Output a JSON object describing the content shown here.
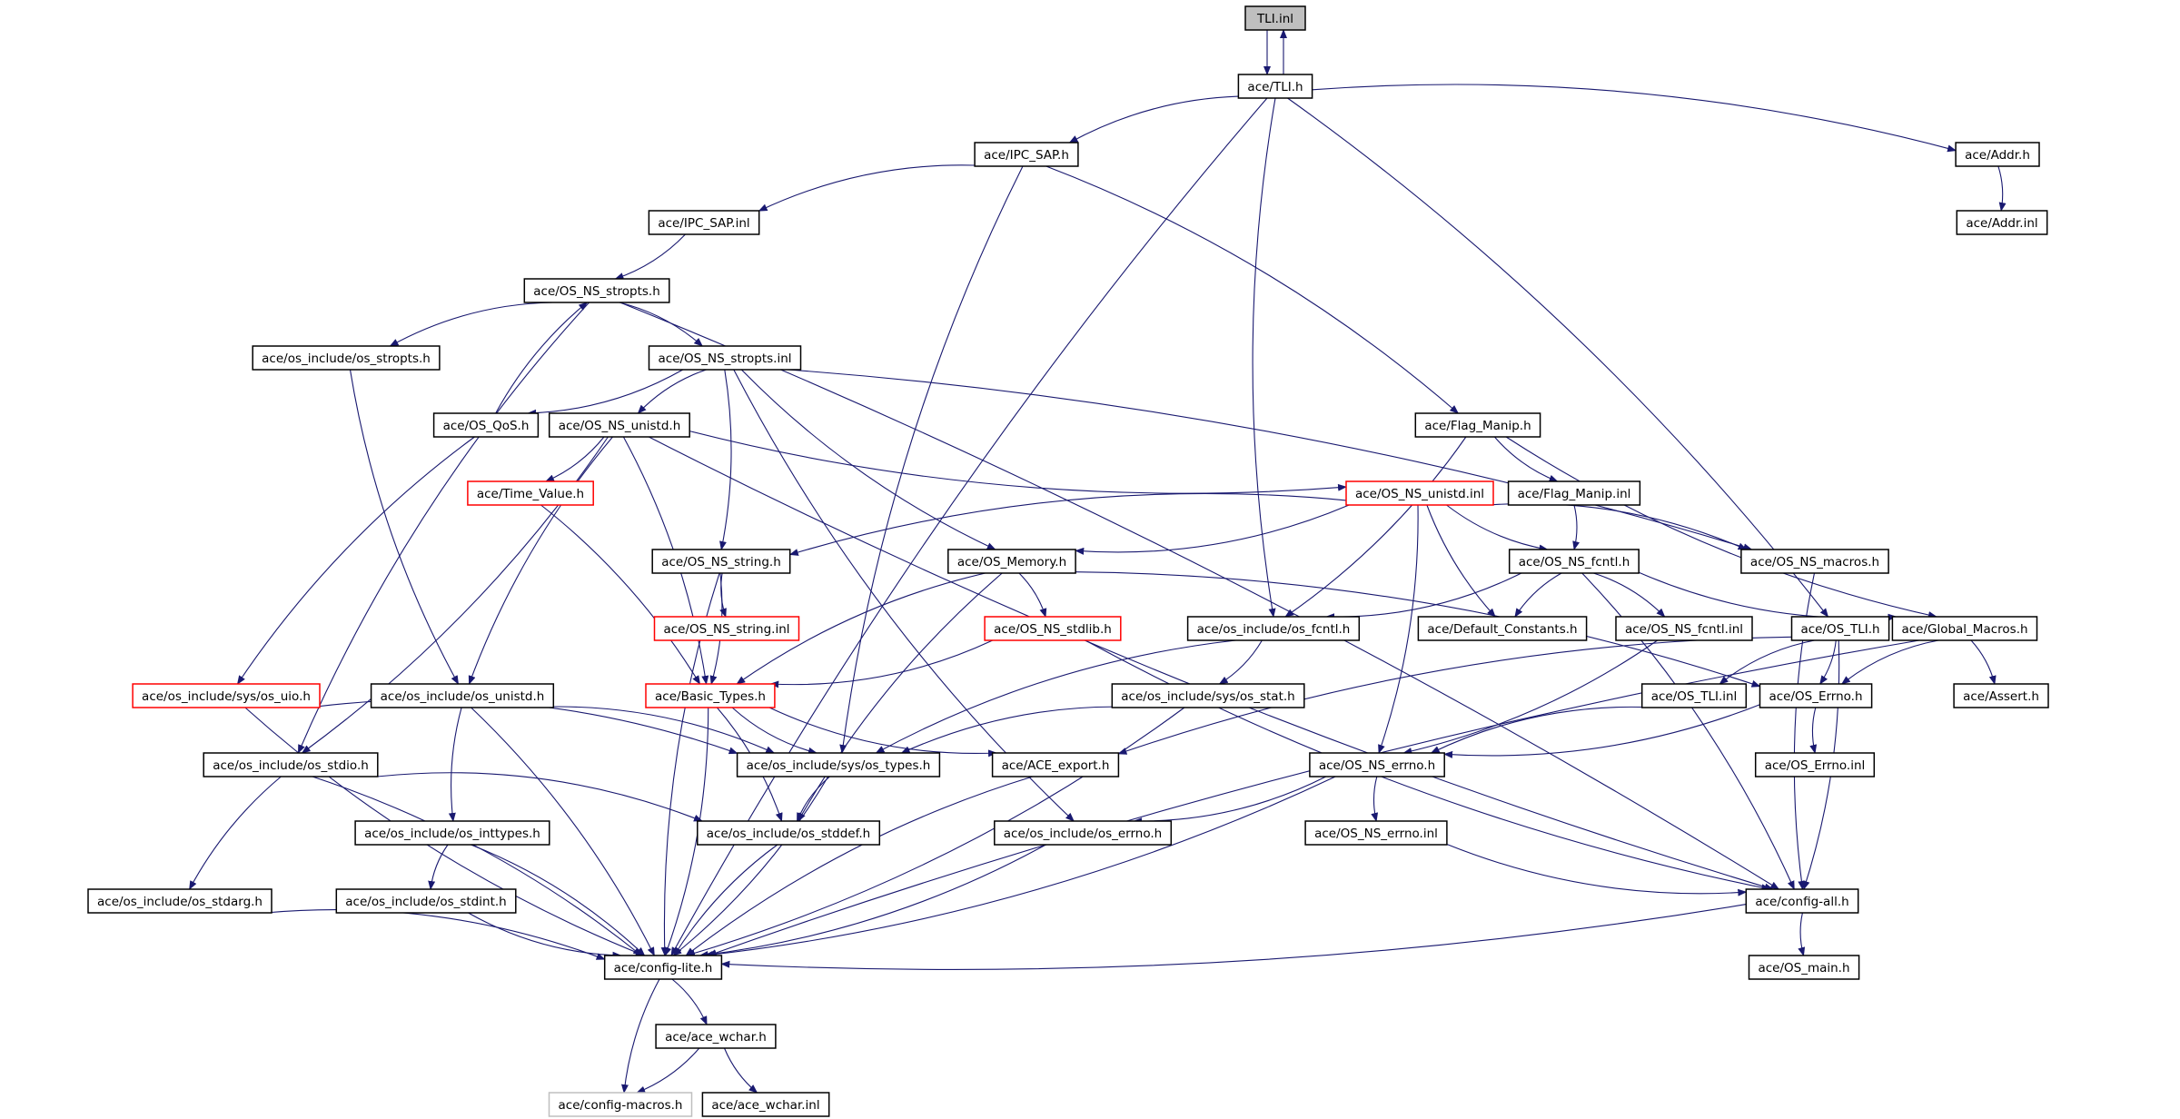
{
  "graph": {
    "nodes": [
      {
        "id": "tli_inl",
        "label": "TLI.inl",
        "style": "gray"
      },
      {
        "id": "tli_h",
        "label": "ace/TLI.h",
        "style": "normal"
      },
      {
        "id": "ipc_sap_h",
        "label": "ace/IPC_SAP.h",
        "style": "normal"
      },
      {
        "id": "addr_h",
        "label": "ace/Addr.h",
        "style": "normal"
      },
      {
        "id": "ipc_sap_inl",
        "label": "ace/IPC_SAP.inl",
        "style": "normal"
      },
      {
        "id": "addr_inl",
        "label": "ace/Addr.inl",
        "style": "normal"
      },
      {
        "id": "os_ns_stropts_h",
        "label": "ace/OS_NS_stropts.h",
        "style": "normal"
      },
      {
        "id": "os_include_os_stropts_h",
        "label": "ace/os_include/os_stropts.h",
        "style": "normal"
      },
      {
        "id": "os_ns_stropts_inl",
        "label": "ace/OS_NS_stropts.inl",
        "style": "normal"
      },
      {
        "id": "os_qos_h",
        "label": "ace/OS_QoS.h",
        "style": "normal"
      },
      {
        "id": "os_ns_unistd_h",
        "label": "ace/OS_NS_unistd.h",
        "style": "normal"
      },
      {
        "id": "flag_manip_h",
        "label": "ace/Flag_Manip.h",
        "style": "normal"
      },
      {
        "id": "time_value_h",
        "label": "ace/Time_Value.h",
        "style": "red"
      },
      {
        "id": "os_ns_unistd_inl",
        "label": "ace/OS_NS_unistd.inl",
        "style": "red"
      },
      {
        "id": "flag_manip_inl",
        "label": "ace/Flag_Manip.inl",
        "style": "normal"
      },
      {
        "id": "os_ns_string_h",
        "label": "ace/OS_NS_string.h",
        "style": "normal"
      },
      {
        "id": "os_memory_h",
        "label": "ace/OS_Memory.h",
        "style": "normal"
      },
      {
        "id": "os_ns_fcntl_h",
        "label": "ace/OS_NS_fcntl.h",
        "style": "normal"
      },
      {
        "id": "os_ns_macros_h",
        "label": "ace/OS_NS_macros.h",
        "style": "normal"
      },
      {
        "id": "os_ns_string_inl",
        "label": "ace/OS_NS_string.inl",
        "style": "red"
      },
      {
        "id": "os_ns_stdlib_h",
        "label": "ace/OS_NS_stdlib.h",
        "style": "red"
      },
      {
        "id": "os_include_os_fcntl_h",
        "label": "ace/os_include/os_fcntl.h",
        "style": "normal"
      },
      {
        "id": "default_constants_h",
        "label": "ace/Default_Constants.h",
        "style": "normal"
      },
      {
        "id": "os_ns_fcntl_inl",
        "label": "ace/OS_NS_fcntl.inl",
        "style": "normal"
      },
      {
        "id": "os_tli_h",
        "label": "ace/OS_TLI.h",
        "style": "normal"
      },
      {
        "id": "global_macros_h",
        "label": "ace/Global_Macros.h",
        "style": "normal"
      },
      {
        "id": "os_include_sys_os_uio_h",
        "label": "ace/os_include/sys/os_uio.h",
        "style": "red"
      },
      {
        "id": "os_include_os_unistd_h",
        "label": "ace/os_include/os_unistd.h",
        "style": "normal"
      },
      {
        "id": "basic_types_h",
        "label": "ace/Basic_Types.h",
        "style": "red"
      },
      {
        "id": "os_include_sys_os_stat_h",
        "label": "ace/os_include/sys/os_stat.h",
        "style": "normal"
      },
      {
        "id": "os_tli_inl",
        "label": "ace/OS_TLI.inl",
        "style": "normal"
      },
      {
        "id": "os_errno_h",
        "label": "ace/OS_Errno.h",
        "style": "normal"
      },
      {
        "id": "assert_h",
        "label": "ace/Assert.h",
        "style": "normal"
      },
      {
        "id": "os_include_os_stdio_h",
        "label": "ace/os_include/os_stdio.h",
        "style": "normal"
      },
      {
        "id": "os_include_sys_os_types_h",
        "label": "ace/os_include/sys/os_types.h",
        "style": "normal"
      },
      {
        "id": "ace_export_h",
        "label": "ace/ACE_export.h",
        "style": "normal"
      },
      {
        "id": "os_ns_errno_h",
        "label": "ace/OS_NS_errno.h",
        "style": "normal"
      },
      {
        "id": "os_errno_inl",
        "label": "ace/OS_Errno.inl",
        "style": "normal"
      },
      {
        "id": "os_include_os_inttypes_h",
        "label": "ace/os_include/os_inttypes.h",
        "style": "normal"
      },
      {
        "id": "os_include_os_stddef_h",
        "label": "ace/os_include/os_stddef.h",
        "style": "normal"
      },
      {
        "id": "os_include_os_errno_h",
        "label": "ace/os_include/os_errno.h",
        "style": "normal"
      },
      {
        "id": "os_ns_errno_inl",
        "label": "ace/OS_NS_errno.inl",
        "style": "normal"
      },
      {
        "id": "os_include_os_stdarg_h",
        "label": "ace/os_include/os_stdarg.h",
        "style": "normal"
      },
      {
        "id": "os_include_os_stdint_h",
        "label": "ace/os_include/os_stdint.h",
        "style": "normal"
      },
      {
        "id": "config_all_h",
        "label": "ace/config-all.h",
        "style": "normal"
      },
      {
        "id": "config_lite_h",
        "label": "ace/config-lite.h",
        "style": "normal"
      },
      {
        "id": "os_main_h",
        "label": "ace/OS_main.h",
        "style": "normal"
      },
      {
        "id": "ace_wchar_h",
        "label": "ace/ace_wchar.h",
        "style": "normal"
      },
      {
        "id": "config_macros_h",
        "label": "ace/config-macros.h",
        "style": "ghost"
      },
      {
        "id": "ace_wchar_inl",
        "label": "ace/ace_wchar.inl",
        "style": "normal"
      }
    ],
    "edges": [
      [
        "tli_inl",
        "tli_h"
      ],
      [
        "tli_h",
        "tli_inl"
      ],
      [
        "tli_h",
        "ipc_sap_h"
      ],
      [
        "tli_h",
        "addr_h"
      ],
      [
        "tli_h",
        "os_include_os_fcntl_h"
      ],
      [
        "tli_h",
        "os_tli_h"
      ],
      [
        "tli_h",
        "config_lite_h"
      ],
      [
        "addr_h",
        "addr_inl"
      ],
      [
        "ipc_sap_h",
        "ipc_sap_inl"
      ],
      [
        "ipc_sap_h",
        "flag_manip_h"
      ],
      [
        "ipc_sap_h",
        "os_include_sys_os_types_h"
      ],
      [
        "ipc_sap_inl",
        "os_ns_stropts_h"
      ],
      [
        "os_ns_stropts_h",
        "os_include_os_stropts_h"
      ],
      [
        "os_ns_stropts_h",
        "os_ns_stropts_inl"
      ],
      [
        "os_ns_stropts_h",
        "os_include_os_stdio_h"
      ],
      [
        "os_ns_stropts_h",
        "config_all_h"
      ],
      [
        "os_include_os_stropts_h",
        "os_include_os_unistd_h"
      ],
      [
        "os_ns_stropts_inl",
        "os_qos_h"
      ],
      [
        "os_ns_stropts_inl",
        "os_ns_unistd_h"
      ],
      [
        "os_ns_stropts_inl",
        "os_ns_string_h"
      ],
      [
        "os_ns_stropts_inl",
        "os_memory_h"
      ],
      [
        "os_ns_stropts_inl",
        "os_ns_macros_h"
      ],
      [
        "os_ns_stropts_inl",
        "os_include_os_errno_h"
      ],
      [
        "os_qos_h",
        "os_ns_stropts_h"
      ],
      [
        "os_qos_h",
        "os_include_sys_os_uio_h"
      ],
      [
        "os_ns_unistd_h",
        "time_value_h"
      ],
      [
        "os_ns_unistd_h",
        "os_ns_unistd_inl"
      ],
      [
        "os_ns_unistd_h",
        "basic_types_h"
      ],
      [
        "os_ns_unistd_h",
        "os_include_os_unistd_h"
      ],
      [
        "os_ns_unistd_h",
        "os_include_os_stdio_h"
      ],
      [
        "os_ns_unistd_h",
        "config_all_h"
      ],
      [
        "time_value_h",
        "basic_types_h"
      ],
      [
        "flag_manip_h",
        "flag_manip_inl"
      ],
      [
        "flag_manip_h",
        "os_include_os_fcntl_h"
      ],
      [
        "flag_manip_h",
        "global_macros_h"
      ],
      [
        "flag_manip_inl",
        "os_ns_fcntl_h"
      ],
      [
        "os_ns_unistd_inl",
        "os_ns_string_h"
      ],
      [
        "os_ns_unistd_inl",
        "os_memory_h"
      ],
      [
        "os_ns_unistd_inl",
        "os_ns_fcntl_h"
      ],
      [
        "os_ns_unistd_inl",
        "os_ns_macros_h"
      ],
      [
        "os_ns_unistd_inl",
        "default_constants_h"
      ],
      [
        "os_ns_unistd_inl",
        "os_ns_errno_h"
      ],
      [
        "os_ns_string_h",
        "os_ns_string_inl"
      ],
      [
        "os_ns_string_h",
        "basic_types_h"
      ],
      [
        "os_ns_string_h",
        "config_lite_h"
      ],
      [
        "os_memory_h",
        "os_ns_stdlib_h"
      ],
      [
        "os_memory_h",
        "basic_types_h"
      ],
      [
        "os_memory_h",
        "os_errno_h"
      ],
      [
        "os_memory_h",
        "os_include_os_stddef_h"
      ],
      [
        "os_ns_stdlib_h",
        "basic_types_h"
      ],
      [
        "os_ns_stdlib_h",
        "config_all_h"
      ],
      [
        "os_ns_fcntl_h",
        "os_include_os_fcntl_h"
      ],
      [
        "os_ns_fcntl_h",
        "default_constants_h"
      ],
      [
        "os_ns_fcntl_h",
        "os_ns_fcntl_inl"
      ],
      [
        "os_ns_fcntl_h",
        "global_macros_h"
      ],
      [
        "os_ns_fcntl_h",
        "config_all_h"
      ],
      [
        "os_ns_macros_h",
        "config_all_h"
      ],
      [
        "os_include_os_fcntl_h",
        "os_include_sys_os_stat_h"
      ],
      [
        "os_include_os_fcntl_h",
        "os_include_sys_os_types_h"
      ],
      [
        "os_ns_fcntl_inl",
        "os_ns_errno_h"
      ],
      [
        "os_tli_h",
        "os_tli_inl"
      ],
      [
        "os_tli_h",
        "os_errno_h"
      ],
      [
        "os_tli_h",
        "ace_export_h"
      ],
      [
        "os_tli_h",
        "config_all_h"
      ],
      [
        "global_macros_h",
        "os_errno_h"
      ],
      [
        "global_macros_h",
        "assert_h"
      ],
      [
        "global_macros_h",
        "config_lite_h"
      ],
      [
        "os_include_sys_os_uio_h",
        "os_include_sys_os_types_h"
      ],
      [
        "os_include_sys_os_uio_h",
        "config_lite_h"
      ],
      [
        "os_include_os_unistd_h",
        "os_include_sys_os_types_h"
      ],
      [
        "os_include_os_unistd_h",
        "os_include_os_inttypes_h"
      ],
      [
        "os_include_os_unistd_h",
        "config_lite_h"
      ],
      [
        "basic_types_h",
        "os_include_sys_os_types_h"
      ],
      [
        "basic_types_h",
        "os_include_os_stddef_h"
      ],
      [
        "basic_types_h",
        "ace_export_h"
      ],
      [
        "basic_types_h",
        "config_lite_h"
      ],
      [
        "os_include_sys_os_stat_h",
        "os_include_sys_os_types_h"
      ],
      [
        "os_include_sys_os_stat_h",
        "config_lite_h"
      ],
      [
        "os_tli_inl",
        "os_ns_errno_h"
      ],
      [
        "os_errno_h",
        "os_ns_errno_h"
      ],
      [
        "os_errno_h",
        "os_errno_inl"
      ],
      [
        "os_include_os_stdio_h",
        "os_include_os_stddef_h"
      ],
      [
        "os_include_os_stdio_h",
        "os_include_os_stdarg_h"
      ],
      [
        "os_include_os_stdio_h",
        "config_lite_h"
      ],
      [
        "os_include_sys_os_types_h",
        "os_include_os_stddef_h"
      ],
      [
        "os_include_sys_os_types_h",
        "config_lite_h"
      ],
      [
        "ace_export_h",
        "config_lite_h"
      ],
      [
        "os_ns_errno_h",
        "os_include_os_errno_h"
      ],
      [
        "os_ns_errno_h",
        "os_ns_errno_inl"
      ],
      [
        "os_ns_errno_h",
        "config_lite_h"
      ],
      [
        "os_include_os_inttypes_h",
        "os_include_os_stdint_h"
      ],
      [
        "os_include_os_inttypes_h",
        "config_lite_h"
      ],
      [
        "os_include_os_stddef_h",
        "config_lite_h"
      ],
      [
        "os_include_os_errno_h",
        "config_lite_h"
      ],
      [
        "os_ns_errno_inl",
        "config_all_h"
      ],
      [
        "os_include_os_stdarg_h",
        "config_lite_h"
      ],
      [
        "os_include_os_stdint_h",
        "config_lite_h"
      ],
      [
        "config_all_h",
        "config_lite_h"
      ],
      [
        "config_all_h",
        "os_main_h"
      ],
      [
        "config_lite_h",
        "ace_wchar_h"
      ],
      [
        "config_lite_h",
        "config_macros_h"
      ],
      [
        "ace_wchar_h",
        "config_macros_h"
      ],
      [
        "ace_wchar_h",
        "ace_wchar_inl"
      ]
    ]
  },
  "colors": {
    "edge": "#191970",
    "node_border": "#000000",
    "highlight_fill": "#bfbfbf",
    "truncated_border": "#ff0000",
    "external_border": "#bfbfbf"
  }
}
